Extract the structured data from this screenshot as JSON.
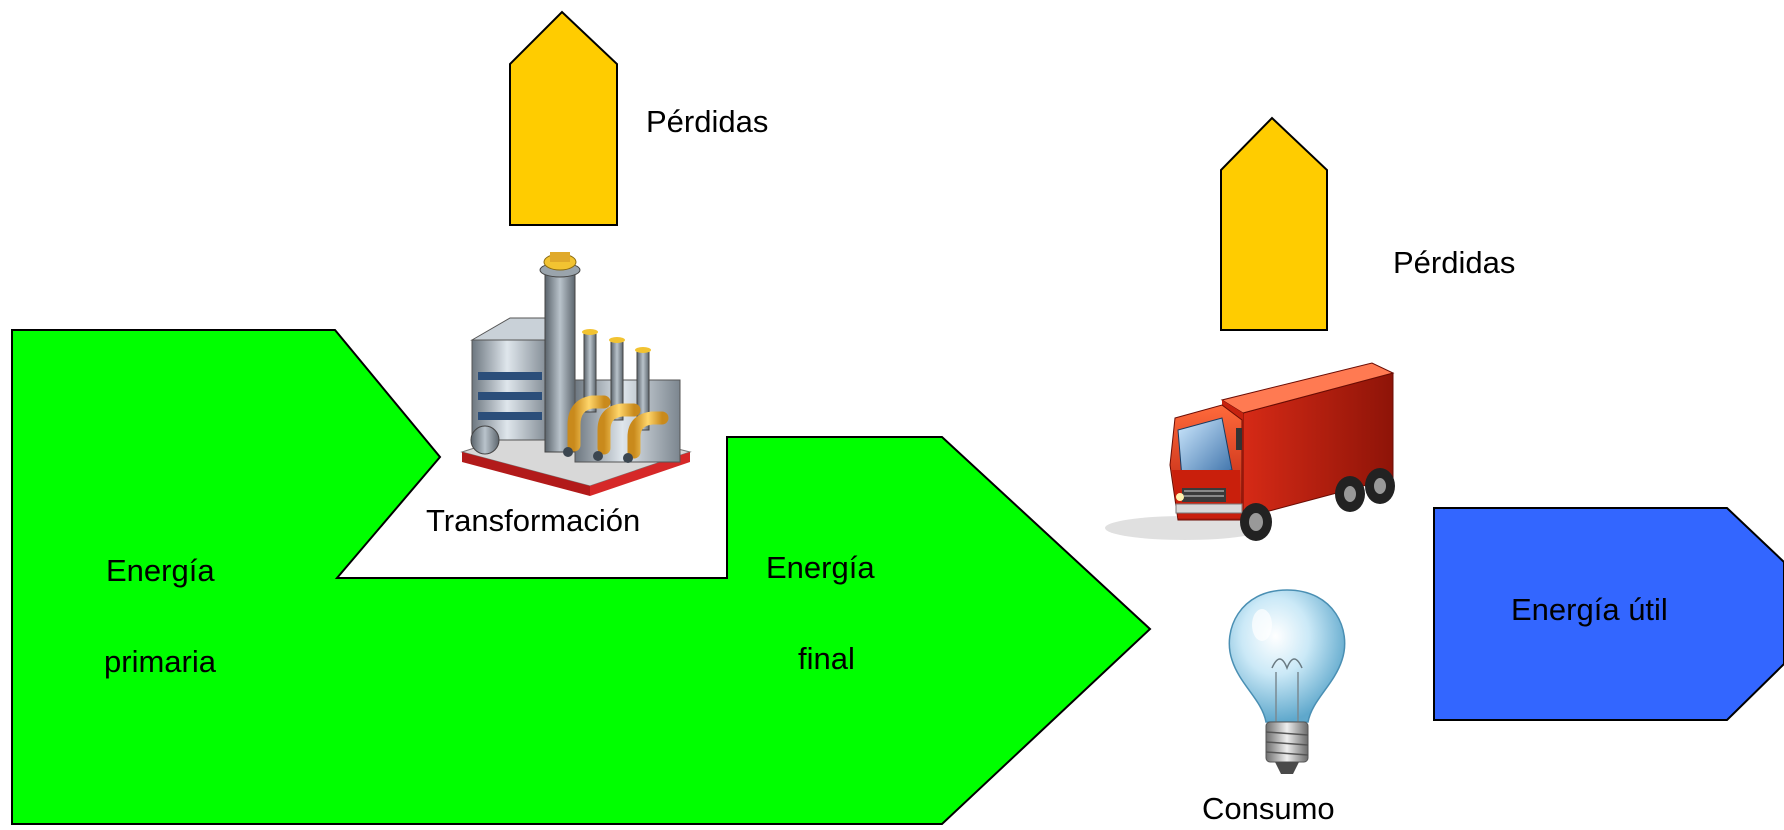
{
  "diagram": {
    "losses_transform": {
      "label": "Pérdidas"
    },
    "losses_consumption": {
      "label": "Pérdidas"
    },
    "transformation": {
      "label": "Transformación"
    },
    "primary_energy": {
      "line1": "Energía",
      "line2": "primaria"
    },
    "final_energy": {
      "line1": "Energía",
      "line2": "final"
    },
    "consumption": {
      "label": "Consumo"
    },
    "useful_energy": {
      "label": "Energía útil"
    },
    "colors": {
      "energy_flow": "#00ff00",
      "losses": "#ffcc00",
      "useful_energy": "#3366ff",
      "factory_floor": "#cc2222",
      "truck_body": "#e8321e",
      "bulb_glass": "#a9d8ee"
    },
    "icons": [
      "factory-icon",
      "truck-icon",
      "lightbulb-icon"
    ]
  }
}
